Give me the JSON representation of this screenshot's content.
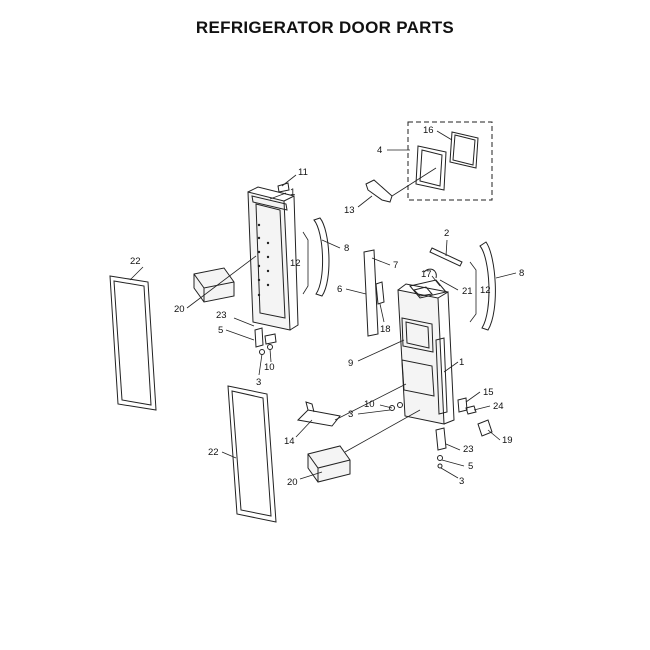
{
  "title": "REFRIGERATOR DOOR PARTS",
  "callouts": [
    {
      "id": "c1a",
      "text": "1"
    },
    {
      "id": "c1b",
      "text": "1"
    },
    {
      "id": "c2",
      "text": "2"
    },
    {
      "id": "c3a",
      "text": "3"
    },
    {
      "id": "c3b",
      "text": "3"
    },
    {
      "id": "c3c",
      "text": "3"
    },
    {
      "id": "c4",
      "text": "4"
    },
    {
      "id": "c5a",
      "text": "5"
    },
    {
      "id": "c5b",
      "text": "5"
    },
    {
      "id": "c6",
      "text": "6"
    },
    {
      "id": "c7",
      "text": "7"
    },
    {
      "id": "c8a",
      "text": "8"
    },
    {
      "id": "c8b",
      "text": "8"
    },
    {
      "id": "c9",
      "text": "9"
    },
    {
      "id": "c10a",
      "text": "10"
    },
    {
      "id": "c10b",
      "text": "10"
    },
    {
      "id": "c11",
      "text": "11"
    },
    {
      "id": "c12a",
      "text": "12"
    },
    {
      "id": "c12b",
      "text": "12"
    },
    {
      "id": "c13",
      "text": "13"
    },
    {
      "id": "c14",
      "text": "14"
    },
    {
      "id": "c15",
      "text": "15"
    },
    {
      "id": "c16",
      "text": "16"
    },
    {
      "id": "c17",
      "text": "17"
    },
    {
      "id": "c18",
      "text": "18"
    },
    {
      "id": "c19",
      "text": "19"
    },
    {
      "id": "c20a",
      "text": "20"
    },
    {
      "id": "c20b",
      "text": "20"
    },
    {
      "id": "c21",
      "text": "21"
    },
    {
      "id": "c22a",
      "text": "22"
    },
    {
      "id": "c22b",
      "text": "22"
    },
    {
      "id": "c23a",
      "text": "23"
    },
    {
      "id": "c23b",
      "text": "23"
    },
    {
      "id": "c24",
      "text": "24"
    }
  ]
}
